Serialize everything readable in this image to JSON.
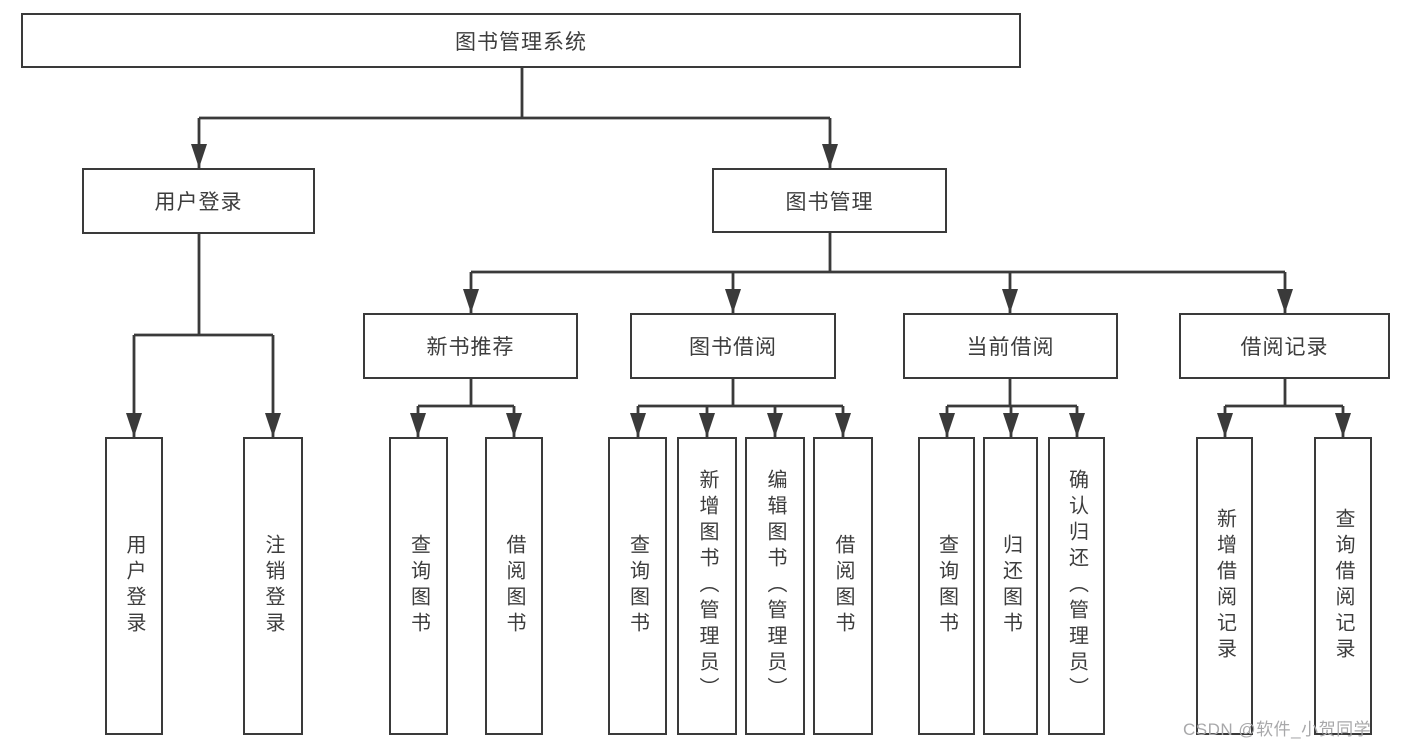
{
  "diagram": {
    "root": {
      "label": "图书管理系统"
    },
    "branches": [
      {
        "label": "用户登录",
        "children": [
          {
            "label": "用户登录"
          },
          {
            "label": "注销登录"
          }
        ]
      },
      {
        "label": "图书管理",
        "children": [
          {
            "label": "新书推荐",
            "children": [
              {
                "label": "查询图书"
              },
              {
                "label": "借阅图书"
              }
            ]
          },
          {
            "label": "图书借阅",
            "children": [
              {
                "label": "查询图书"
              },
              {
                "label": "新增图书（管理员）"
              },
              {
                "label": "编辑图书（管理员）"
              },
              {
                "label": "借阅图书"
              }
            ]
          },
          {
            "label": "当前借阅",
            "children": [
              {
                "label": "查询图书"
              },
              {
                "label": "归还图书"
              },
              {
                "label": "确认归还（管理员）"
              }
            ]
          },
          {
            "label": "借阅记录",
            "children": [
              {
                "label": "新增借阅记录"
              },
              {
                "label": "查询借阅记录"
              }
            ]
          }
        ]
      }
    ]
  },
  "watermark": {
    "text": "CSDN @软件_小贺同学"
  },
  "colors": {
    "line": "#3a3a3a",
    "box_border": "#3a3a3a",
    "box_background": "#ffffff",
    "text": "#3d3d3d",
    "watermark": "#a8a8aa"
  }
}
